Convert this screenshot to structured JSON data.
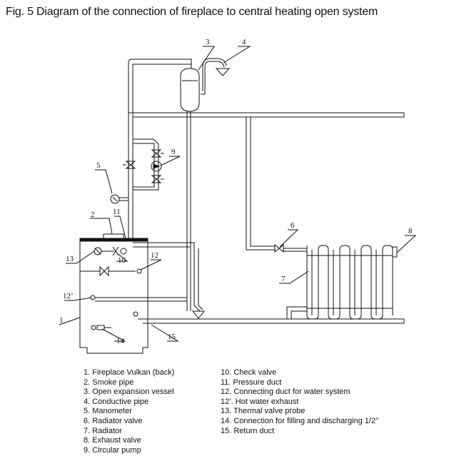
{
  "title": "Fig. 5 Diagram of the connection of fireplace to central heating open system",
  "callouts": [
    "1",
    "2",
    "3",
    "4",
    "5",
    "6",
    "7",
    "8",
    "9",
    "10",
    "11",
    "12",
    "12’",
    "13",
    "14",
    "15"
  ],
  "legend": {
    "left": [
      "1. Fireplace Vulkan (back)",
      "2. Smoke pipe",
      "3. Open expansion vessel",
      "4. Conductive pipe",
      "5. Manometer",
      "6. Radiator valve",
      "7. Radiator",
      "8. Exhaust valve",
      "9. Circular pump"
    ],
    "right": [
      "10. Check valve",
      "11. Pressure duct",
      "12. Connecting duct for water system",
      "12’. Hot water exhaust",
      "13. Thermal valve probe",
      "14. Connection for filling and discharging 1/2\"",
      "15. Return duct"
    ]
  }
}
